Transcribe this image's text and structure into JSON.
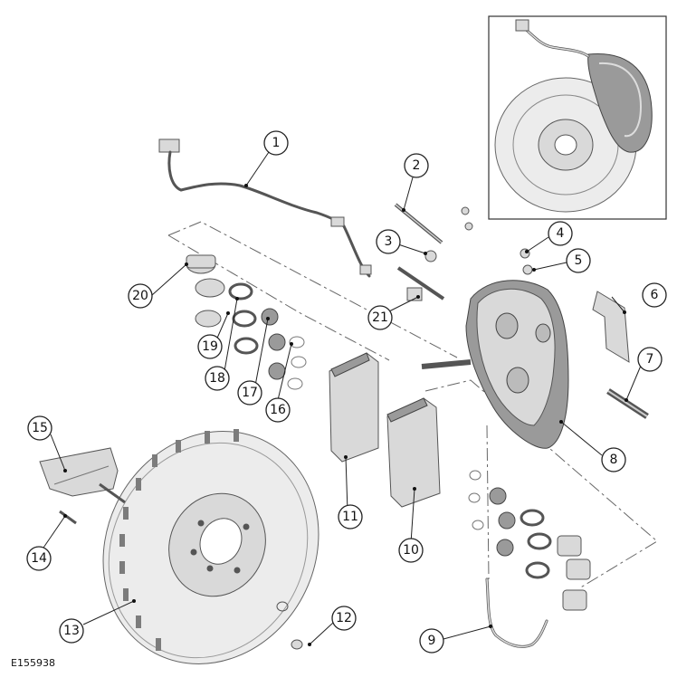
{
  "figure_id": "E155938",
  "callouts": [
    "1",
    "2",
    "3",
    "4",
    "5",
    "6",
    "7",
    "8",
    "9",
    "10",
    "11",
    "12",
    "13",
    "14",
    "15",
    "16",
    "17",
    "18",
    "19",
    "20",
    "21"
  ],
  "colors": {
    "line": "#222222",
    "part": "#d9d9d9",
    "part_shadow": "#9a9a9a",
    "background": "#ffffff"
  }
}
